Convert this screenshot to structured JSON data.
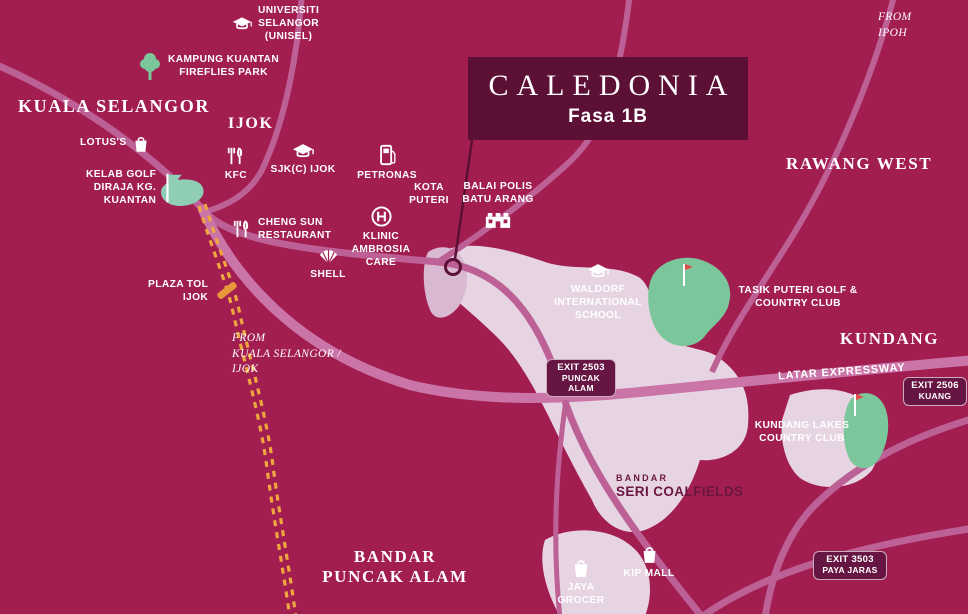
{
  "colors": {
    "background": "#A21E50",
    "road": "#BC6096",
    "expressway": "#CB74A8",
    "area_light": "#E6D4E3",
    "area_highlight": "#D9B9D2",
    "golf_green": "#7CC69B",
    "title_box": "#5C1036",
    "badge": "#671543",
    "dotted_rail": "#EFA63E",
    "toll_gate": "#E8973B",
    "text_light": "#FFFFFF",
    "text_dark": "#6B1640"
  },
  "title": {
    "name": "CALEDONIA",
    "phase": "Fasa 1B"
  },
  "regions": {
    "kuala_selangor": "KUALA SELANGOR",
    "ijok": "IJOK",
    "rawang_west": "RAWANG WEST",
    "kundang": "KUNDANG",
    "bandar_puncak_alam": "BANDAR\nPUNCAK ALAM"
  },
  "directions": {
    "from_ipoh": "FROM\nIPOH",
    "from_kuala_selangor": "FROM\nKUALA SELANGOR /\nIJOK"
  },
  "roads": {
    "latar": "LATAR EXPRESSWAY"
  },
  "exits": [
    {
      "number": "EXIT 2503",
      "name": "PUNCAK\nALAM"
    },
    {
      "number": "EXIT 2506",
      "name": "KUANG"
    },
    {
      "number": "EXIT 3503",
      "name": "PAYA JARAS"
    }
  ],
  "pois": [
    {
      "label": "UNIVERSITI\nSELANGOR\n(UNISEL)",
      "icon": "graduation-cap"
    },
    {
      "label": "KAMPUNG KUANTAN\nFIREFLIES PARK",
      "icon": "tree"
    },
    {
      "label": "LOTUS'S",
      "icon": "shopping-bag"
    },
    {
      "label": "KELAB GOLF\nDIRAJA KG.\nKUANTAN",
      "icon": "golf-flag"
    },
    {
      "label": "KFC",
      "icon": "cutlery"
    },
    {
      "label": "SJK(C) IJOK",
      "icon": "graduation-cap"
    },
    {
      "label": "PETRONAS",
      "icon": "fuel-pump"
    },
    {
      "label": "KOTA\nPUTERI",
      "icon": null
    },
    {
      "label": "BALAI POLIS\nBATU ARANG",
      "icon": "police-station"
    },
    {
      "label": "CHENG SUN\nRESTAURANT",
      "icon": "cutlery"
    },
    {
      "label": "KLINIC\nAMBROSIA\nCARE",
      "icon": "hospital"
    },
    {
      "label": "SHELL",
      "icon": "shell"
    },
    {
      "label": "PLAZA TOL\nIJOK",
      "icon": "toll-gate"
    },
    {
      "label": "WALDORF\nINTERNATIONAL\nSCHOOL",
      "icon": "graduation-cap"
    },
    {
      "label": "TASIK PUTERI GOLF &\nCOUNTRY CLUB",
      "icon": "golf-course"
    },
    {
      "label": "KUNDANG LAKES\nCOUNTRY CLUB",
      "icon": "golf-course"
    },
    {
      "label_top": "BANDAR",
      "label_main": "SERI COALFIELDS"
    },
    {
      "label": "JAYA\nGROCER",
      "icon": "shopping-bag"
    },
    {
      "label": "KIP MALL",
      "icon": "shopping-bag"
    }
  ]
}
